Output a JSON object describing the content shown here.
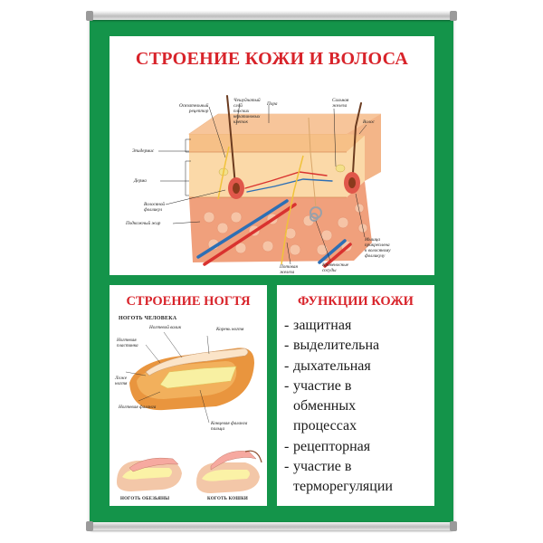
{
  "title": "СТРОЕНИЕ КОЖИ И ВОЛОСА",
  "skin_labels": {
    "receptor": [
      "Осязательный",
      "рецептор"
    ],
    "cornified": [
      "Чешуйчатый",
      "слой",
      "плоских",
      "кератиновых",
      "клеток"
    ],
    "pore": "Пора",
    "sebaceous": [
      "Сальная",
      "железа"
    ],
    "hair": "Волос",
    "epidermis": "Эпидермис",
    "dermis": "Дерма",
    "follicle": [
      "Волосяной",
      "фолликул"
    ],
    "subcutaneous": "Подкожный жир",
    "sweat_gland": [
      "Потовая",
      "железа"
    ],
    "blood_vessels": [
      "Кровеносные",
      "сосуды"
    ],
    "muscle": [
      "Мышца",
      "прикреплена",
      "к волосяному",
      "фолликулу"
    ]
  },
  "nail": {
    "title": "СТРОЕНИЕ НОГТЯ",
    "human": "НОГОТЬ ЧЕЛОВЕКА",
    "monkey": "НОГОТЬ ОБЕЗЬЯНЫ",
    "cat": "КОГОТЬ КОШКИ",
    "labels": {
      "free_edge": "Ногтевой валик",
      "root": "Корень ногтя",
      "plate": [
        "Ногтевая",
        "пластинка"
      ],
      "bed": [
        "Ложе",
        "ногтя"
      ],
      "bone": "Ногтевая фаланга",
      "last_phalanx": [
        "Концевая фаланга",
        "пальца"
      ]
    }
  },
  "functions": {
    "title": "ФУНКЦИИ КОЖИ",
    "items": [
      [
        "защитная"
      ],
      [
        "выделительна"
      ],
      [
        "дыхательная"
      ],
      [
        "участие в",
        "обменных",
        "процессах"
      ],
      [
        "рецепторная"
      ],
      [
        "участие в",
        "терморегуляции"
      ]
    ]
  },
  "colors": {
    "frame": "#14944a",
    "title": "#d8232a"
  }
}
